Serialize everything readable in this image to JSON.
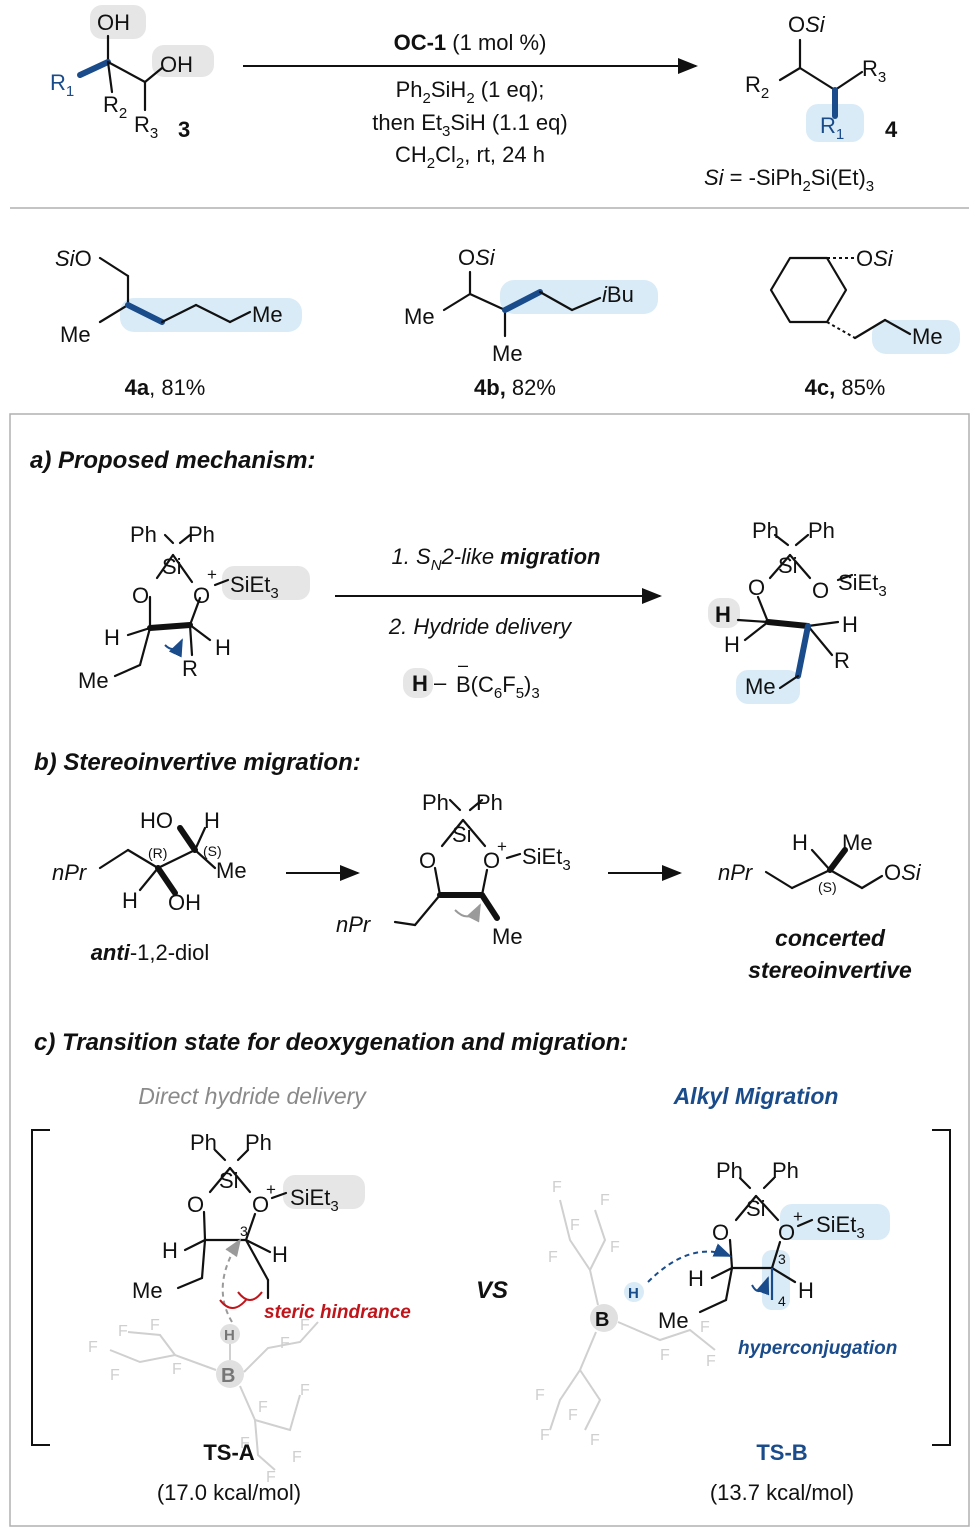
{
  "top": {
    "catalyst": "OC-1",
    "catalyst_loading": "(1 mol %)",
    "reagent1_a": "Ph",
    "reagent1_b": "SiH",
    "reagent1_c": "(1 eq);",
    "reagent2_a": "then Et",
    "reagent2_b": "SiH (1.1 eq)",
    "conditions_a": "CH",
    "conditions_b": "Cl",
    "conditions_c": ", rt, 24 h",
    "sm_label": "3",
    "prod_label": "4",
    "si_def_a": "Si",
    "si_def_b": " = -SiPh",
    "si_def_c": "Si(Et)",
    "sub2": "2",
    "sub3": "3"
  },
  "atoms": {
    "OH": "OH",
    "R": "R",
    "1": "1",
    "2": "2",
    "3": "3",
    "OSi_O": "O",
    "Si": "Si",
    "SiO_O": "O",
    "Me": "Me",
    "iBu_i": "i",
    "iBu": "Bu",
    "Ph": "Ph",
    "plus": "+",
    "O": "O",
    "SiEt": "SiEt",
    "H": "H",
    "Rsub": "R",
    "minus": "–",
    "BC6F5": "B(C",
    "F": "F",
    "5": "5",
    "6": "6",
    "dash": "–",
    "HO": "HO",
    "nPr_n": "n",
    "nPr": "Pr",
    "Rcfg": "(R)",
    "Scfg": "(S)",
    "B": "B",
    "n4": "4"
  },
  "products": [
    {
      "id": "4a",
      "yield": ", 81%"
    },
    {
      "id": "4b,",
      "yield": " 82%"
    },
    {
      "id": "4c,",
      "yield": " 85%"
    }
  ],
  "sections": {
    "a_title": "a) Proposed mechanism:",
    "a_step1_pre": "1. S",
    "a_step1_sub": "N",
    "a_step1_mid": "2-like ",
    "a_step1_bold": "migration",
    "a_step2": "2. Hydride delivery",
    "b_title": "b) Stereoinvertive migration:",
    "b_anti_bold": "anti",
    "b_anti_rest": "-1,2-diol",
    "b_result1": "concerted",
    "b_result2": "stereoinvertive",
    "c_title": "c) Transition state for deoxygenation and migration:",
    "c_left_title": "Direct hydride delivery",
    "c_right_title": "Alkyl Migration",
    "c_vs": "VS",
    "c_steric": "steric hindrance",
    "c_hyper": "hyperconjugation",
    "tsA": "TS-A",
    "tsA_energy": "(17.0 kcal/mol)",
    "tsB": "TS-B",
    "tsB_energy": "(13.7 kcal/mol)"
  },
  "colors": {
    "accent_blue": "#1a4b8a",
    "highlight_blue": "#d9ebf7",
    "steric_red": "#c0151b",
    "grey_text": "#8a8a8a"
  }
}
